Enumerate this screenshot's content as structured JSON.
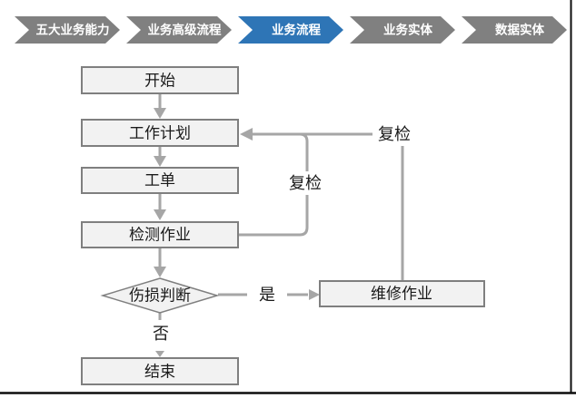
{
  "nav": {
    "items": [
      {
        "label": "五大业务能力",
        "active": false,
        "color": "#808080"
      },
      {
        "label": "业务高级流程",
        "active": false,
        "color": "#808080"
      },
      {
        "label": "业务流程",
        "active": true,
        "color": "#2e75b6"
      },
      {
        "label": "业务实体",
        "active": false,
        "color": "#808080"
      },
      {
        "label": "数据实体",
        "active": false,
        "color": "#808080"
      }
    ]
  },
  "flowchart": {
    "nodes": [
      {
        "id": "start",
        "label": "开始",
        "shape": "rect"
      },
      {
        "id": "work-plan",
        "label": "工作计划",
        "shape": "rect"
      },
      {
        "id": "work-order",
        "label": "工单",
        "shape": "rect"
      },
      {
        "id": "inspection",
        "label": "检测作业",
        "shape": "rect"
      },
      {
        "id": "damage-judge",
        "label": "伤损判断",
        "shape": "diamond"
      },
      {
        "id": "repair",
        "label": "维修作业",
        "shape": "rect"
      },
      {
        "id": "end",
        "label": "结束",
        "shape": "rect"
      }
    ],
    "edges": [
      {
        "from": "start",
        "to": "work-plan",
        "label": ""
      },
      {
        "from": "work-plan",
        "to": "work-order",
        "label": ""
      },
      {
        "from": "work-order",
        "to": "inspection",
        "label": ""
      },
      {
        "from": "inspection",
        "to": "damage-judge",
        "label": ""
      },
      {
        "from": "damage-judge",
        "to": "repair",
        "label": "是"
      },
      {
        "from": "damage-judge",
        "to": "end",
        "label": "否"
      },
      {
        "from": "inspection",
        "to": "work-plan",
        "label": "复检"
      },
      {
        "from": "repair",
        "to": "work-plan",
        "label": "复检"
      }
    ],
    "edge_labels": {
      "recheck_inner": "复检",
      "recheck_outer": "复检",
      "yes": "是",
      "no": "否"
    }
  },
  "colors": {
    "nav_active": "#2e75b6",
    "nav_inactive": "#808080",
    "node_fill": "#f2f2f2",
    "node_border": "#7f7f7f",
    "connector": "#a6a6a6",
    "text": "#1a1a1a",
    "frame_line": "#0d0d0d"
  }
}
